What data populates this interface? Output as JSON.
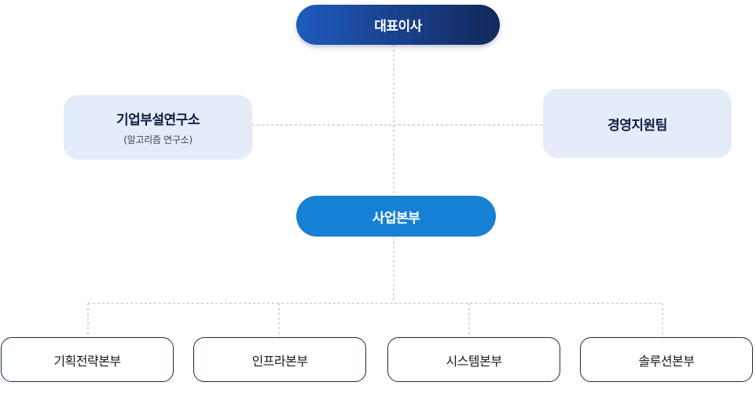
{
  "org": {
    "ceo": {
      "label": "대표이사"
    },
    "lab": {
      "label": "기업부설연구소",
      "sub": "(알고리즘 연구소)"
    },
    "mgmt": {
      "label": "경영지원팀"
    },
    "biz": {
      "label": "사업본부"
    },
    "departments": [
      {
        "label": "기획전략본부"
      },
      {
        "label": "인프라본부"
      },
      {
        "label": "시스템본부"
      },
      {
        "label": "솔루션본부"
      }
    ]
  },
  "colors": {
    "ceo_gradient_start": "#1f5bbf",
    "ceo_gradient_end": "#13295a",
    "biz": "#1680d4",
    "side_box": "#e3ecf8",
    "connector": "#b5b5b5"
  }
}
